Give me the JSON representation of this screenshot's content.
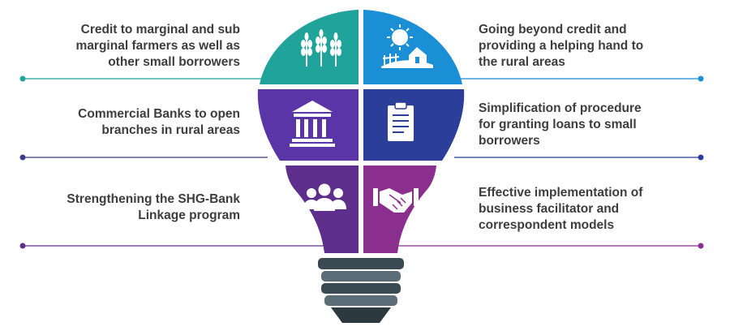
{
  "items": [
    {
      "side": "left",
      "lines": [
        "Credit to marginal and sub",
        "marginal farmers as well as",
        "other small borrowers"
      ],
      "icon": "wheat-icon",
      "color": "#1fa39a"
    },
    {
      "side": "right",
      "lines": [
        "Going beyond credit and",
        "providing a helping hand to",
        "the rural areas"
      ],
      "icon": "rural-house-sun-icon",
      "color": "#1a8fd6"
    },
    {
      "side": "left",
      "lines": [
        "Commercial Banks to open",
        "branches in rural areas"
      ],
      "icon": "bank-building-icon",
      "color": "#5a35a8"
    },
    {
      "side": "right",
      "lines": [
        "Simplification of procedure",
        "for granting loans to small",
        "borrowers"
      ],
      "icon": "clipboard-document-icon",
      "color": "#2b3f9a"
    },
    {
      "side": "left",
      "lines": [
        "Strengthening the SHG-Bank",
        "Linkage program"
      ],
      "icon": "people-group-icon",
      "color": "#5e2e8c"
    },
    {
      "side": "right",
      "lines": [
        "Effective implementation of",
        "business facilitator and",
        "correspondent models"
      ],
      "icon": "handshake-icon",
      "color": "#8b2f8f"
    }
  ],
  "colors": {
    "text": "#3d3d3d",
    "bulb_base_dark": "#3a4a52",
    "bulb_base_light": "#5b6d76",
    "bulb_base_tip": "#2c3a40"
  }
}
